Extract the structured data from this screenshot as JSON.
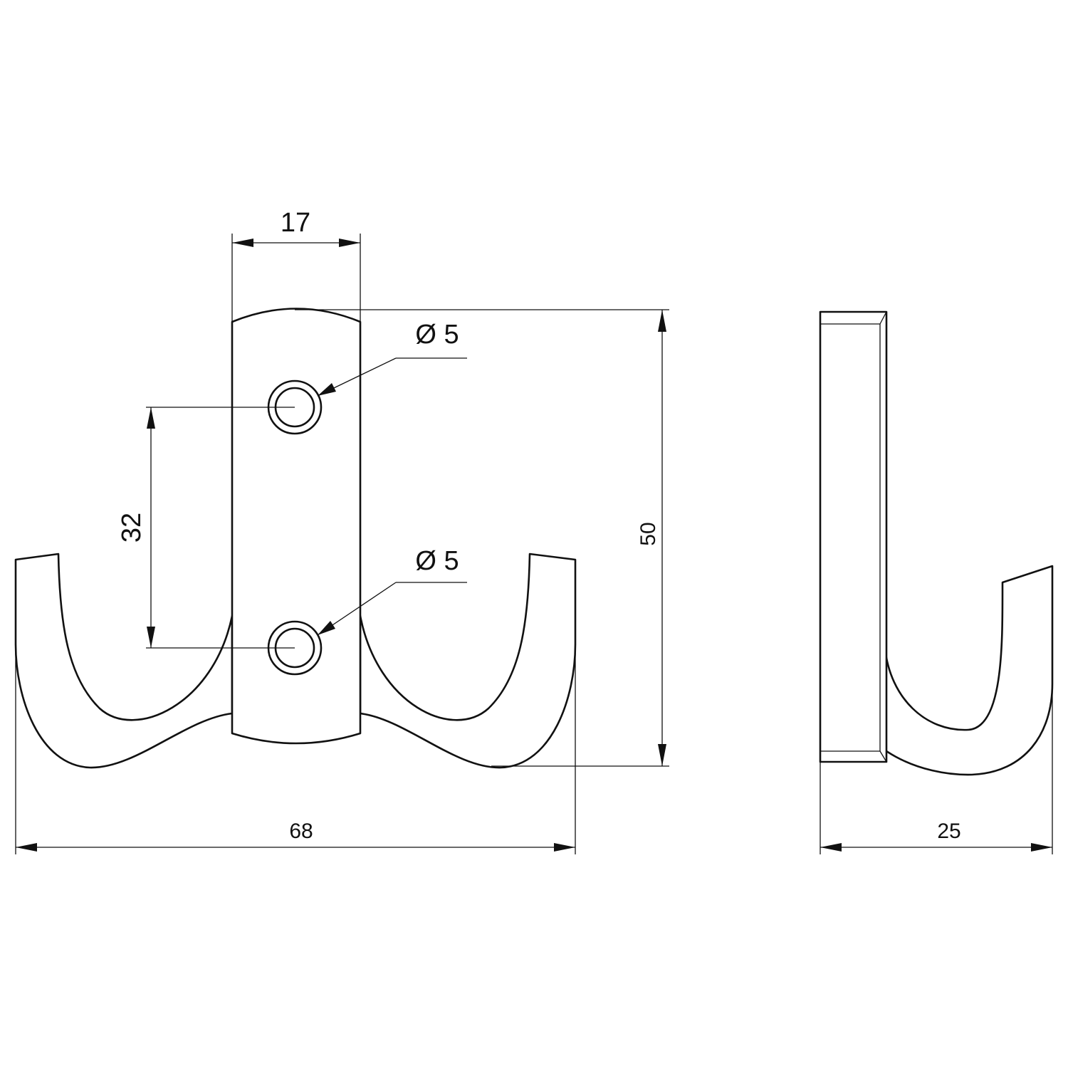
{
  "dimensions": {
    "plate_width": "17",
    "hole_spacing": "32",
    "overall_height": "50",
    "overall_width": "68",
    "depth": "25",
    "hole_upper": "Ø 5",
    "hole_lower": "Ø 5"
  }
}
